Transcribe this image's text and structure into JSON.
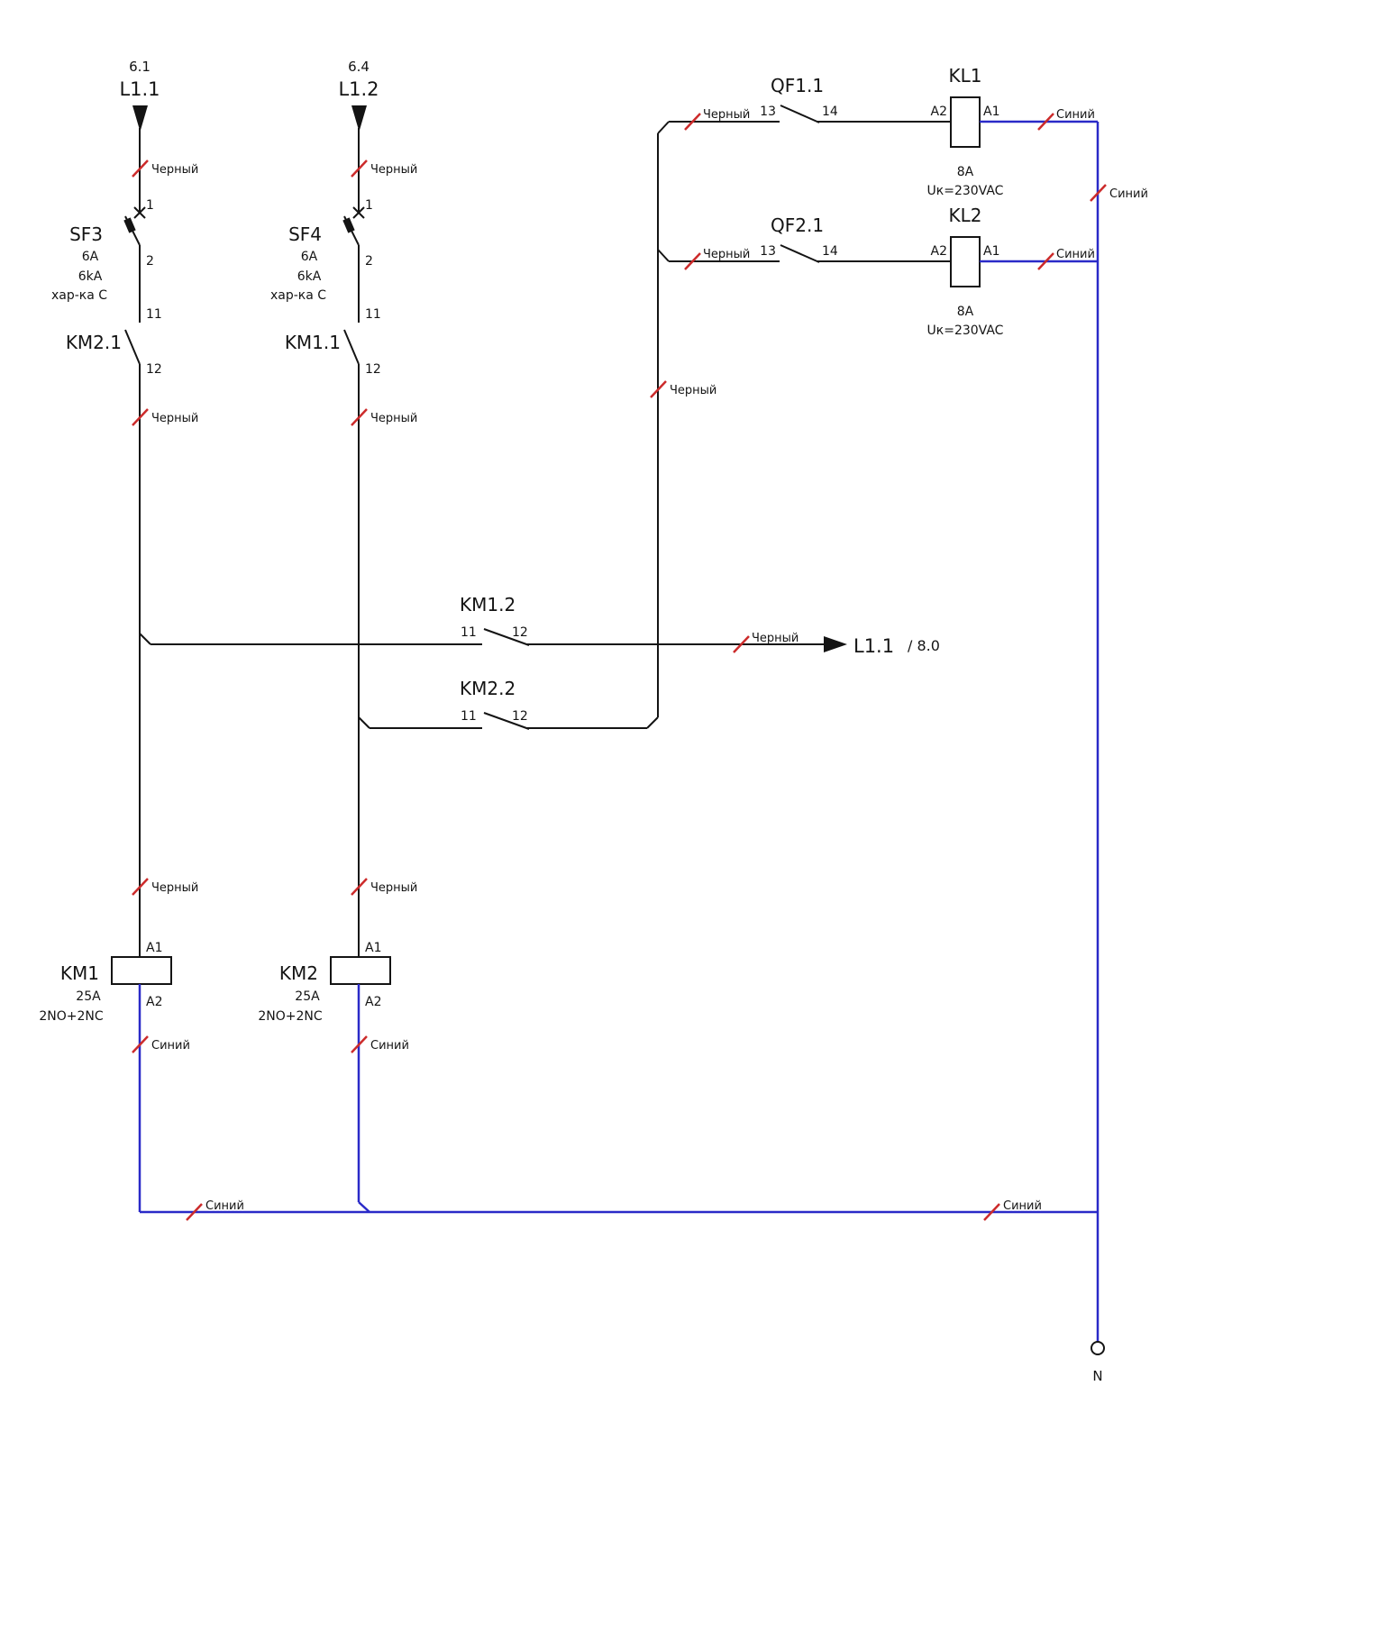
{
  "palette": {
    "wire_black": "#141414",
    "wire_blue": "#2a2ac8",
    "mark_red": "#cc2b2b",
    "ref_green": "#8b9a5c"
  },
  "color_marks": {
    "black": "Черный",
    "blue": "Синий"
  },
  "feeders": [
    {
      "ref": "6.1",
      "label": "L1.1"
    },
    {
      "ref": "6.4",
      "label": "L1.2"
    }
  ],
  "breakers": [
    {
      "name": "SF3",
      "rating": "6A",
      "breaking_capacity": "6kA",
      "curve": "хар-ка C",
      "terminal_top": "1",
      "terminal_bottom": "2"
    },
    {
      "name": "SF4",
      "rating": "6A",
      "breaking_capacity": "6kA",
      "curve": "хар-ка C",
      "terminal_top": "1",
      "terminal_bottom": "2"
    }
  ],
  "interlock_contacts": [
    {
      "name": "KM2.1",
      "terminal_top": "11",
      "terminal_bottom": "12"
    },
    {
      "name": "KM1.1",
      "terminal_top": "11",
      "terminal_bottom": "12"
    }
  ],
  "bypass_contacts": [
    {
      "name": "KM1.2",
      "terminal_left": "11",
      "terminal_right": "12"
    },
    {
      "name": "KM2.2",
      "terminal_left": "11",
      "terminal_right": "12"
    }
  ],
  "qf_aux_contacts": [
    {
      "name": "QF1.1",
      "terminal_left": "13",
      "terminal_right": "14"
    },
    {
      "name": "QF2.1",
      "terminal_left": "13",
      "terminal_right": "14"
    }
  ],
  "relays": [
    {
      "name": "KL1",
      "terminal_left": "A2",
      "terminal_right": "A1",
      "rating": "8A",
      "coil_voltage": "Uк=230VAC"
    },
    {
      "name": "KL2",
      "terminal_left": "A2",
      "terminal_right": "A1",
      "rating": "8A",
      "coil_voltage": "Uк=230VAC"
    }
  ],
  "contactor_coils": [
    {
      "name": "KM1",
      "rating": "25A",
      "contact_set": "2NO+2NC",
      "terminal_top": "A1",
      "terminal_bottom": "A2"
    },
    {
      "name": "KM2",
      "rating": "25A",
      "contact_set": "2NO+2NC",
      "terminal_top": "A1",
      "terminal_bottom": "A2"
    }
  ],
  "outgoing_arrow": {
    "label": "L1.1",
    "ref": "/ 8.0"
  },
  "neutral_terminal": {
    "label": "N"
  }
}
